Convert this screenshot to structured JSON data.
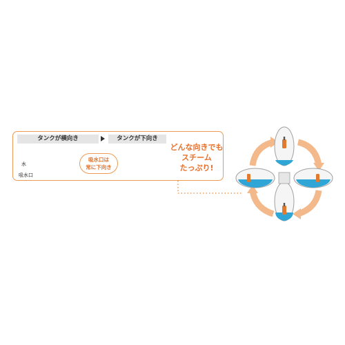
{
  "callout": {
    "step1_label": "タンクが横向き",
    "step2_label": "タンクが下向き",
    "label_water": "水",
    "label_intake": "吸水口",
    "pill_line1": "吸水口は",
    "pill_line2": "常に下向き",
    "headline_line1": "どんな向きでも",
    "headline_line2": "スチーム",
    "headline_line3": "たっぷり!"
  },
  "colors": {
    "accent_orange": "#ef9a52",
    "text_orange": "#e8702a",
    "water_blue": "#2fa6d6",
    "arrow_peach": "#f3b98a",
    "header_gray": "#e5e5e5"
  }
}
